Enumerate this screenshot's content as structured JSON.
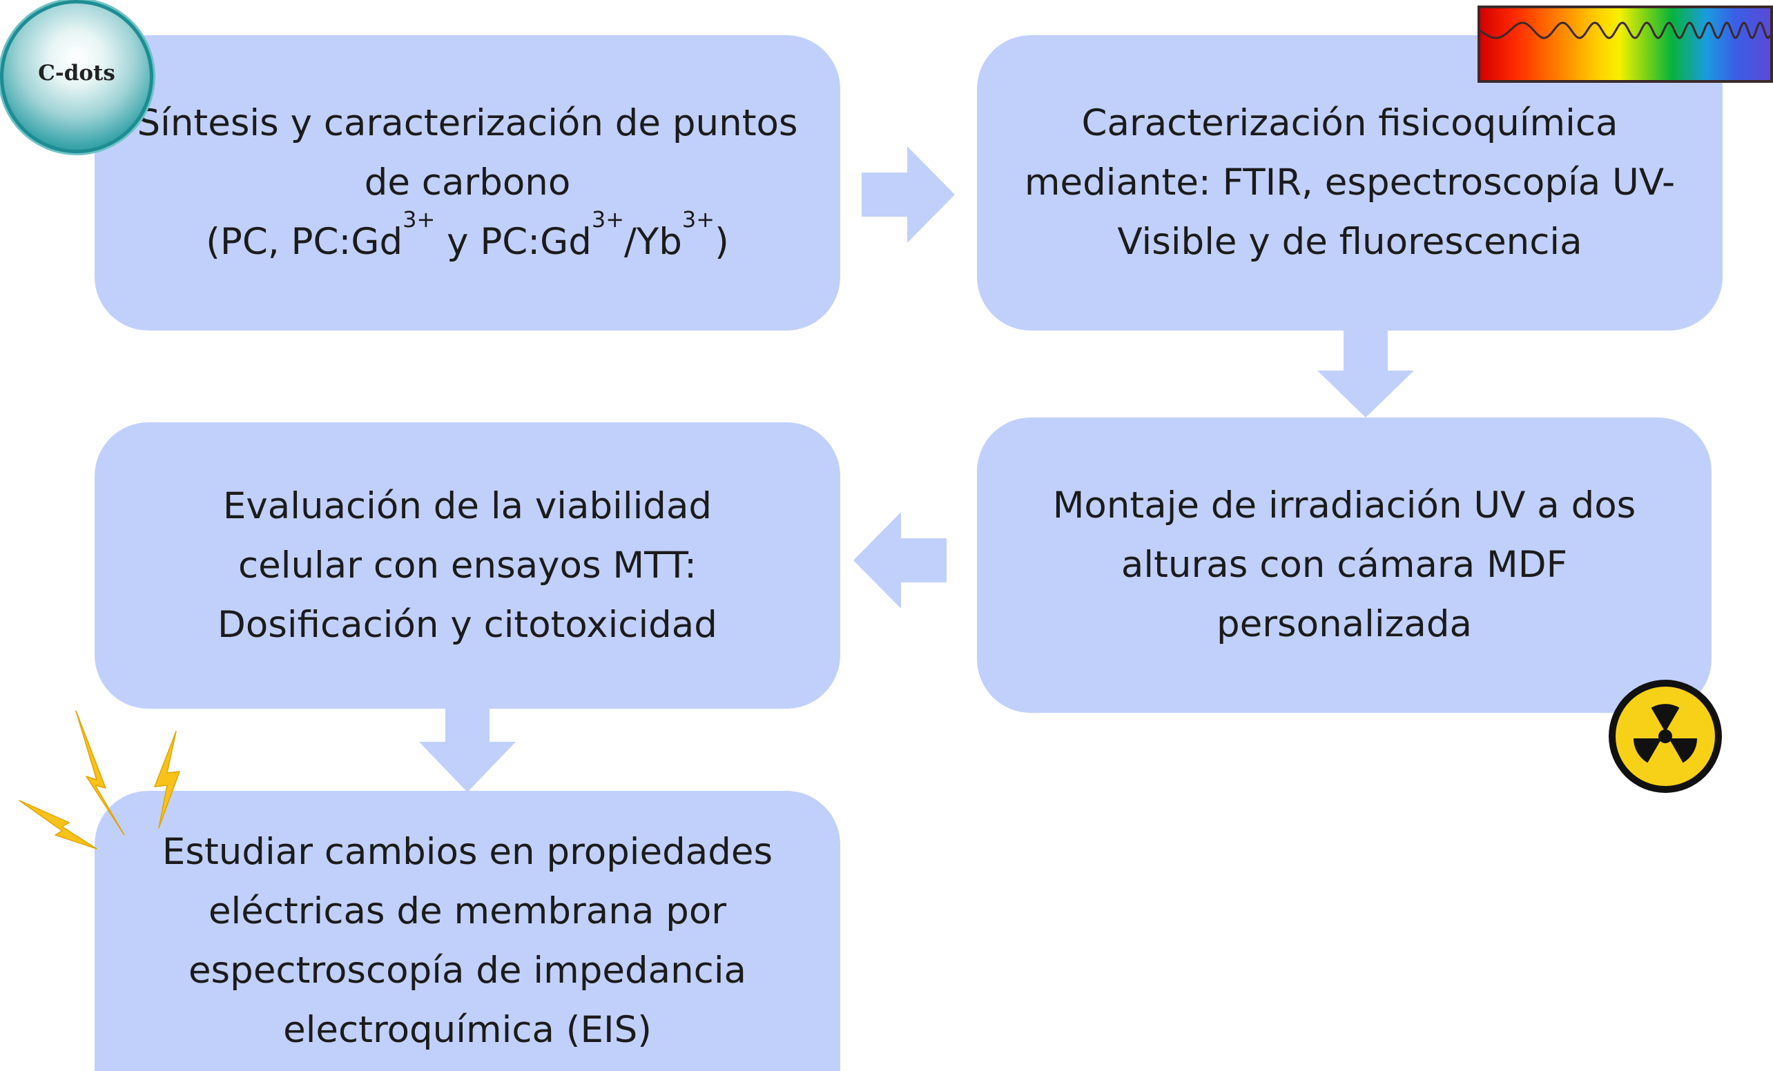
{
  "boxes": {
    "synthesis": {
      "line1": "Síntesis y caracterización de puntos",
      "line2": "de carbono",
      "line3_a": "(PC, PC:Gd",
      "line3_sup1": "3+",
      "line3_b": " y PC:Gd",
      "line3_sup2": "3+",
      "line3_c": "/Yb",
      "line3_sup3": "3+",
      "line3_d": ")"
    },
    "physchem": {
      "line1": "Caracterización fisicoquímica",
      "line2": "mediante: FTIR, espectroscopía UV-",
      "line3": "Visible y de fluorescencia"
    },
    "uv_setup": {
      "line1": "Montaje de irradiación UV a dos",
      "line2": "alturas con cámara MDF",
      "line3": "personalizada"
    },
    "viability": {
      "line1": "Evaluación de la viabilidad",
      "line2": "celular con ensayos MTT:",
      "line3": "Dosificación y citotoxicidad"
    },
    "eis": {
      "line1": "Estudiar cambios en propiedades",
      "line2": "eléctricas de membrana por",
      "line3": "espectroscopía de impedancia",
      "line4": "electroquímica (EIS)"
    }
  },
  "decorations": {
    "cdots_label": "C-dots",
    "cdots_icon": "carbon-dots-sphere-icon",
    "spectrum_icon": "light-spectrum-wave-icon",
    "radiation_icon": "radiation-hazard-icon",
    "lightning_icon": "lightning-bolt-icon"
  },
  "colors": {
    "box_fill": "#c1d0fb",
    "arrow_fill": "#c1d0fb",
    "text": "#1b1b1b",
    "radiation_yellow": "#f7d117",
    "lightning_yellow": "#f9c21b"
  }
}
